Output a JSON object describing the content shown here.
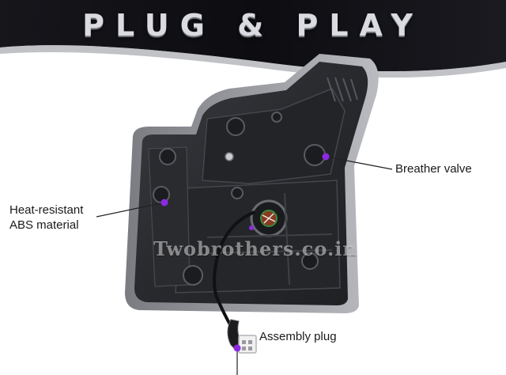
{
  "banner": {
    "title": "PLUG & PLAY"
  },
  "callouts": {
    "breather_valve": "Breather valve",
    "abs_line1": "Heat-resistant",
    "abs_line2": "ABS material",
    "assembly_plug": "Assembly plug"
  },
  "watermark": {
    "text": "Twobrothers.co.in"
  },
  "colors": {
    "marker": "#8a2be2",
    "housing": "#2b2c30",
    "banner_dark": "#0e0e12"
  }
}
